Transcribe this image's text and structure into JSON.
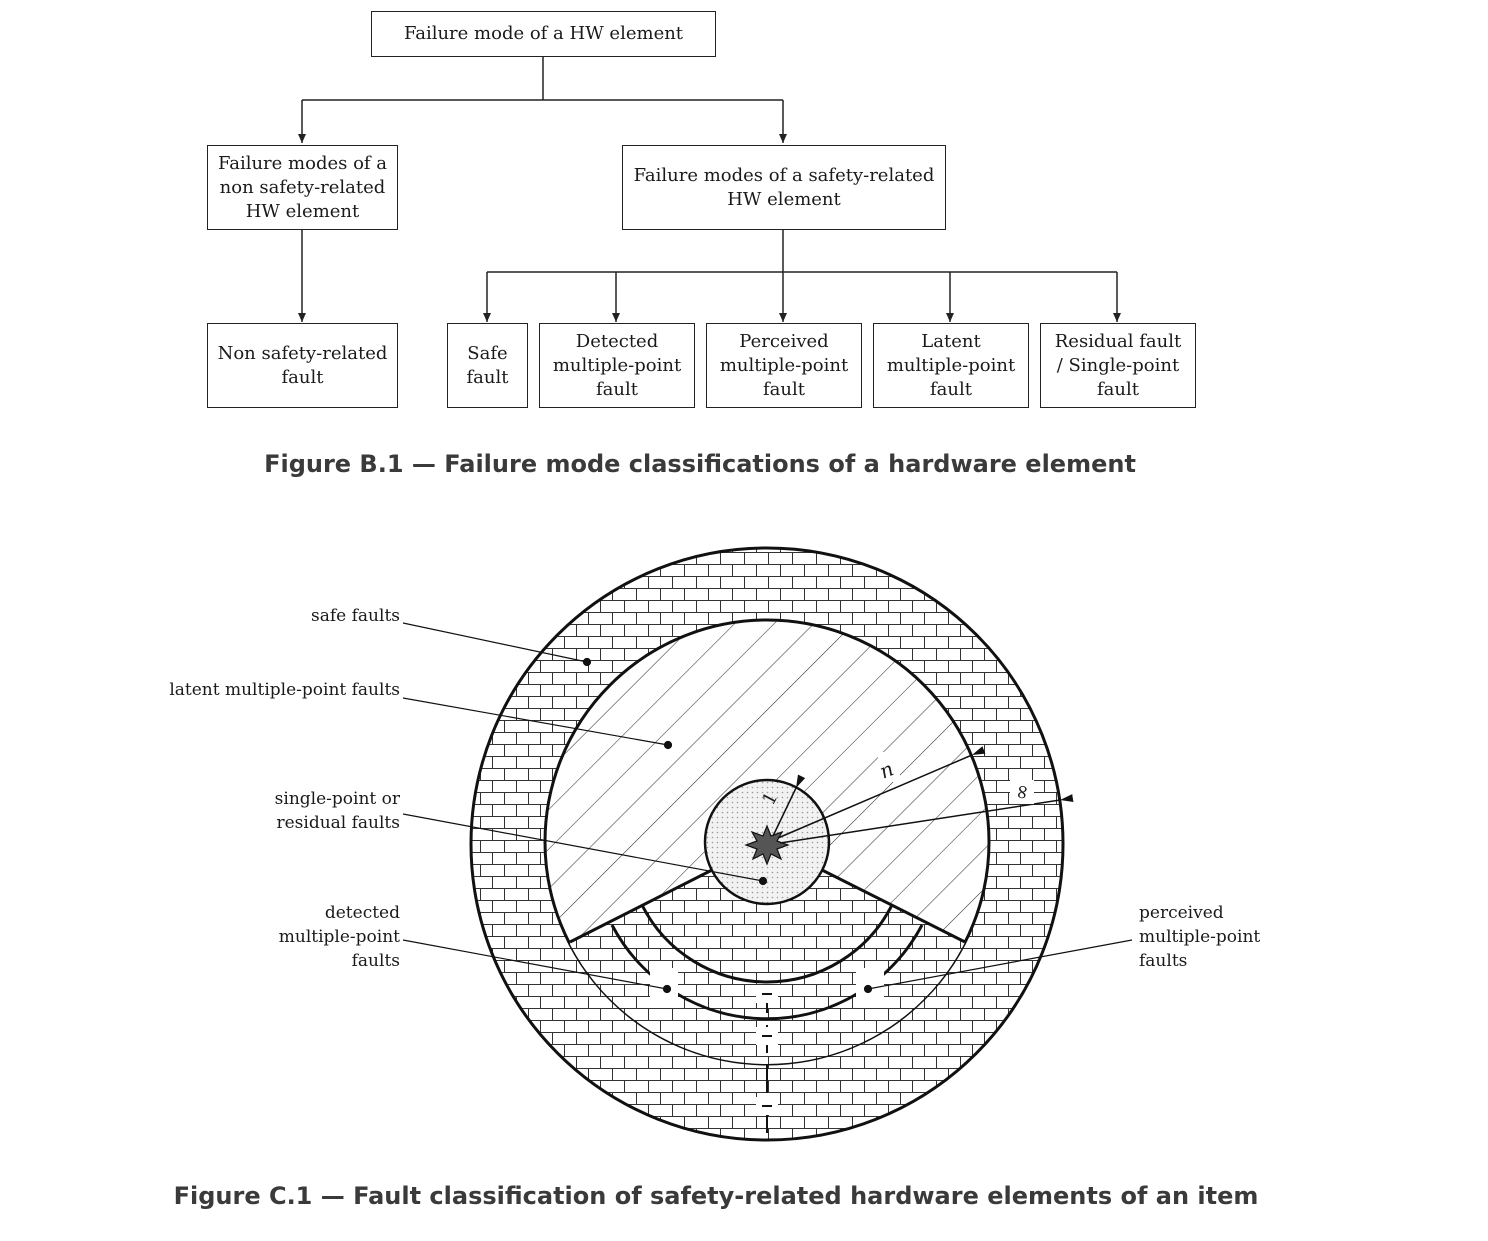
{
  "figure_b1": {
    "caption": "Figure B.1 — Failure mode classifications of a hardware element",
    "root": "Failure mode of a HW element",
    "non_safety": "Failure modes of a\nnon safety-related\nHW element",
    "safety": "Failure modes of a safety-related\nHW element",
    "non_safety_fault": "Non safety-related\nfault",
    "leaves": [
      "Safe\nfault",
      "Detected\nmultiple-point\nfault",
      "Perceived\nmultiple-point\nfault",
      "Latent\nmultiple-point\nfault",
      "Residual fault\n/ Single-point\nfault"
    ]
  },
  "figure_c1": {
    "caption": "Figure C.1 — Fault classification of safety-related hardware elements of an item",
    "labels": {
      "safe": "safe faults",
      "latent": "latent multiple-point faults",
      "single_point": "single-point or\nresidual faults",
      "detected": "detected\nmultiple-point\nfaults",
      "perceived": "perceived\nmultiple-point\nfaults"
    },
    "ring_labels": {
      "n": "n",
      "one": "1",
      "infinity": "∞"
    }
  },
  "colors": {
    "line": "#222222",
    "caption": "#3a3a3a",
    "dots": "#999999"
  }
}
